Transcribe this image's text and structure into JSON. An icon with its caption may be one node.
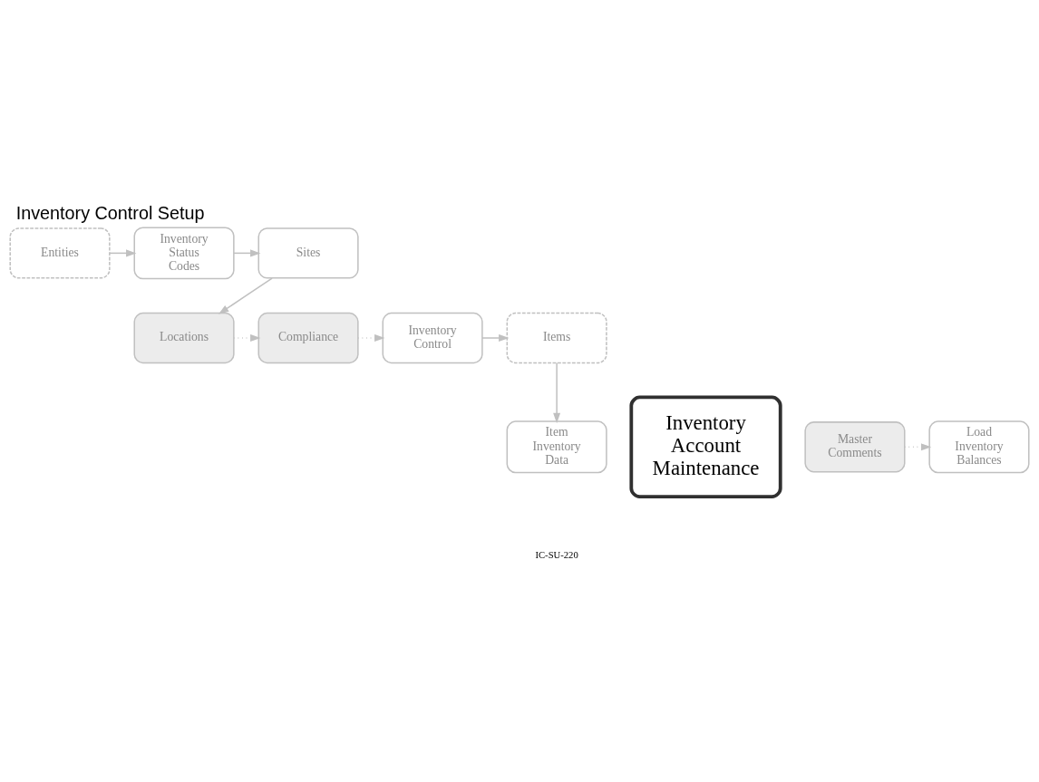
{
  "diagram": {
    "title": "Inventory Control Setup",
    "nodes": [
      {
        "text": [
          "Entities"
        ]
      },
      {
        "text": [
          "Inventory Status Codes"
        ]
      },
      {
        "text": [
          "Sites"
        ]
      },
      {
        "text": [
          "Locations"
        ]
      },
      {
        "text": [
          "Compliance"
        ]
      },
      {
        "text": [
          "Inventory Control"
        ]
      },
      {
        "text": [
          "Items"
        ]
      },
      {
        "text": [
          "Item Inventory Data"
        ]
      },
      {
        "text": [
          "Inventory Account Maintenance"
        ]
      },
      {
        "text": [
          "Master Comments"
        ]
      },
      {
        "text": [
          "Load Inventory Balances"
        ]
      }
    ],
    "edges": [
      {
        "from": 0,
        "to": 1,
        "arrow": "to"
      },
      {
        "from": 1,
        "to": 2,
        "arrow": "to"
      },
      {
        "from": 2,
        "to": 3,
        "arrow": "to"
      },
      {
        "from": 3,
        "to": 4,
        "arrow": "to",
        "style": "dashed"
      },
      {
        "from": 4,
        "to": 5,
        "arrow": "to",
        "style": "dashed"
      },
      {
        "from": 5,
        "to": 6,
        "arrow": "to"
      },
      {
        "from": 6,
        "to": 7,
        "arrow": "to"
      },
      {
        "from": 9,
        "to": 10,
        "arrow": "to",
        "style": "dashed"
      }
    ],
    "labels": [
      "IC-SU-220"
    ]
  }
}
